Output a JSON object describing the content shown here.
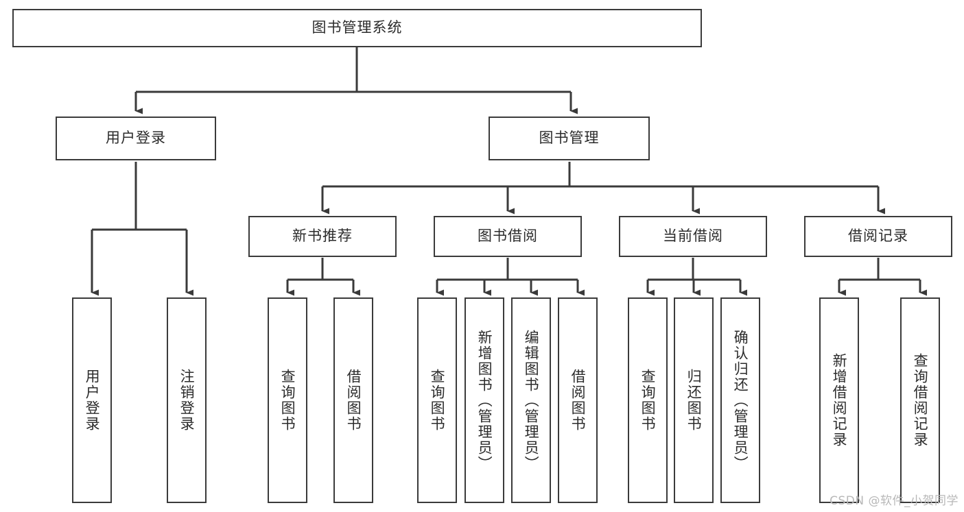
{
  "diagram": {
    "type": "tree",
    "title": "图书管理系统",
    "orientation": "top-down",
    "colors": {
      "node_border": "#3a3a3a",
      "node_fill": "#ffffff",
      "edge": "#3a3a3a",
      "text": "#2b2b2b",
      "watermark": "#b8b8b8",
      "background": "#ffffff"
    },
    "root": {
      "id": "root",
      "label": "图书管理系统",
      "text_direction": "horizontal"
    },
    "level2": [
      {
        "id": "user-login",
        "label": "用户登录",
        "text_direction": "horizontal"
      },
      {
        "id": "book-management",
        "label": "图书管理",
        "text_direction": "horizontal"
      }
    ],
    "level3": [
      {
        "id": "new-book-recommend",
        "label": "新书推荐",
        "parent": "book-management",
        "text_direction": "horizontal"
      },
      {
        "id": "book-borrow",
        "label": "图书借阅",
        "parent": "book-management",
        "text_direction": "horizontal"
      },
      {
        "id": "current-borrow",
        "label": "当前借阅",
        "parent": "book-management",
        "text_direction": "horizontal"
      },
      {
        "id": "borrow-record",
        "label": "借阅记录",
        "parent": "book-management",
        "text_direction": "horizontal"
      }
    ],
    "leaves": [
      {
        "id": "leaf-user-login",
        "label": "用户登录",
        "parent": "user-login",
        "text_direction": "vertical"
      },
      {
        "id": "leaf-logout-login",
        "label": "注销登录",
        "parent": "user-login",
        "text_direction": "vertical"
      },
      {
        "id": "leaf-query-book-1",
        "label": "查询图书",
        "parent": "new-book-recommend",
        "text_direction": "vertical"
      },
      {
        "id": "leaf-borrow-book-1",
        "label": "借阅图书",
        "parent": "new-book-recommend",
        "text_direction": "vertical"
      },
      {
        "id": "leaf-query-book-2",
        "label": "查询图书",
        "parent": "book-borrow",
        "text_direction": "vertical"
      },
      {
        "id": "leaf-add-book",
        "label": "新增图书（管理员）",
        "parent": "book-borrow",
        "text_direction": "vertical"
      },
      {
        "id": "leaf-edit-book",
        "label": "编辑图书（管理员）",
        "parent": "book-borrow",
        "text_direction": "vertical"
      },
      {
        "id": "leaf-borrow-book-2",
        "label": "借阅图书",
        "parent": "book-borrow",
        "text_direction": "vertical"
      },
      {
        "id": "leaf-query-book-3",
        "label": "查询图书",
        "parent": "current-borrow",
        "text_direction": "vertical"
      },
      {
        "id": "leaf-return-book",
        "label": "归还图书",
        "parent": "current-borrow",
        "text_direction": "vertical"
      },
      {
        "id": "leaf-confirm-return",
        "label": "确认归还（管理员）",
        "parent": "current-borrow",
        "text_direction": "vertical"
      },
      {
        "id": "leaf-add-record",
        "label": "新增借阅记录",
        "parent": "borrow-record",
        "text_direction": "vertical"
      },
      {
        "id": "leaf-query-record",
        "label": "查询借阅记录",
        "parent": "borrow-record",
        "text_direction": "vertical"
      }
    ]
  },
  "watermark": {
    "text": "CSDN @软件_小贺同学"
  }
}
